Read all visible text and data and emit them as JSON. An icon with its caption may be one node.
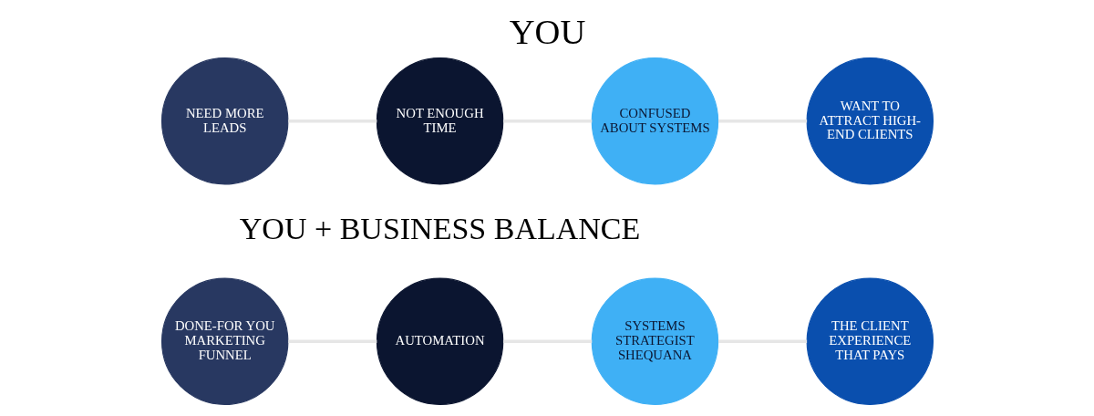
{
  "diagram": {
    "title": "YOU",
    "nodes": [
      {
        "text": [
          "NEED MORE LEADS"
        ]
      },
      {
        "text": [
          "NOT ENOUGH TIME"
        ]
      },
      {
        "text": [
          "CONFUSED ABOUT SYSTEMS"
        ]
      },
      {
        "text": [
          "WANT TO ATTRACT HIGH-END CLIENTS"
        ]
      },
      {
        "text": [
          "DONE-FOR YOU MARKETING FUNNEL"
        ]
      },
      {
        "text": [
          "AUTOMATION"
        ]
      },
      {
        "text": [
          "SYSTEMS STRATEGIST SHEQUANA"
        ]
      },
      {
        "text": [
          "THE CLIENT EXPERIENCE THAT PAYS"
        ]
      }
    ],
    "edges": [
      {
        "from": 0,
        "to": 1,
        "arrow": "none"
      },
      {
        "from": 1,
        "to": 2,
        "arrow": "none"
      },
      {
        "from": 2,
        "to": 3,
        "arrow": "none"
      },
      {
        "from": 4,
        "to": 5,
        "arrow": "none"
      },
      {
        "from": 5,
        "to": 6,
        "arrow": "none"
      },
      {
        "from": 6,
        "to": 7,
        "arrow": "none"
      }
    ],
    "labels": [
      "YOU + BUSINESS BALANCE"
    ]
  }
}
